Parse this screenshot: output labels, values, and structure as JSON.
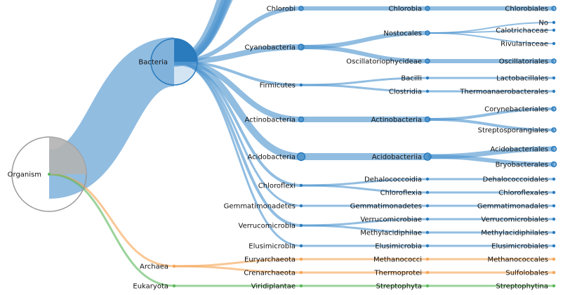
{
  "colors": {
    "bacteria": "#4e94ce",
    "bacteria_node": "#2a7bbd",
    "archaea": "#f5a455",
    "eukaryota": "#5cb85c",
    "root_ring": "#999999",
    "root_wedge": "#b3b3b3"
  },
  "tree": {
    "root": {
      "name": "Organism"
    },
    "kingdoms": [
      {
        "id": "bacteria",
        "name": "Bacteria",
        "group": "bacteria"
      },
      {
        "id": "archaea",
        "name": "Archaea",
        "group": "archaea"
      },
      {
        "id": "eukaryota",
        "name": "Eukaryota",
        "group": "eukaryota"
      }
    ],
    "phyla": [
      {
        "id": "chlorobi",
        "name": "Chlorobi",
        "parent": "bacteria"
      },
      {
        "id": "cyanobacteria",
        "name": "Cyanobacteria",
        "parent": "bacteria"
      },
      {
        "id": "firmicutes",
        "name": "Firmicutes",
        "parent": "bacteria"
      },
      {
        "id": "actinobacteria",
        "name": "Actinobacteria",
        "parent": "bacteria"
      },
      {
        "id": "acidobacteria",
        "name": "Acidobacteria",
        "parent": "bacteria"
      },
      {
        "id": "chloroflexi",
        "name": "Chloroflexi",
        "parent": "bacteria"
      },
      {
        "id": "gemmatimonadetes",
        "name": "Gemmatimonadetes",
        "parent": "bacteria"
      },
      {
        "id": "verrucomicrobia",
        "name": "Verrucomicrobia",
        "parent": "bacteria"
      },
      {
        "id": "elusimicrobia",
        "name": "Elusimicrobia",
        "parent": "bacteria"
      },
      {
        "id": "euryarchaeota",
        "name": "Euryarchaeota",
        "parent": "archaea"
      },
      {
        "id": "crenarchaeota",
        "name": "Crenarchaeota",
        "parent": "archaea"
      },
      {
        "id": "viridiplantae",
        "name": "Viridiplantae",
        "parent": "eukaryota"
      }
    ],
    "classes": [
      {
        "id": "chlorobia",
        "name": "Chlorobia",
        "parent": "chlorobi"
      },
      {
        "id": "nostocales",
        "name": "Nostocales",
        "parent": "cyanobacteria"
      },
      {
        "id": "oscillatoriophycideae",
        "name": "Oscillatoriophycideae",
        "parent": "cyanobacteria"
      },
      {
        "id": "bacilli",
        "name": "Bacilli",
        "parent": "firmicutes"
      },
      {
        "id": "clostridia",
        "name": "Clostridia",
        "parent": "firmicutes"
      },
      {
        "id": "actinobacteria_c",
        "name": "Actinobacteria",
        "parent": "actinobacteria"
      },
      {
        "id": "acidobacteriia",
        "name": "Acidobacteriia",
        "parent": "acidobacteria"
      },
      {
        "id": "dehalococcoidia",
        "name": "Dehalococcoidia",
        "parent": "chloroflexi"
      },
      {
        "id": "chloroflexia",
        "name": "Chloroflexia",
        "parent": "chloroflexi"
      },
      {
        "id": "gemmatimonadetes_c",
        "name": "Gemmatimonadetes",
        "parent": "gemmatimonadetes"
      },
      {
        "id": "verrucomicrobiae",
        "name": "Verrucomicrobiae",
        "parent": "verrucomicrobia"
      },
      {
        "id": "methylacidiphilae",
        "name": "Methylacidiphilae",
        "parent": "verrucomicrobia"
      },
      {
        "id": "elusimicrobia_c",
        "name": "Elusimicrobia",
        "parent": "elusimicrobia"
      },
      {
        "id": "methanococci",
        "name": "Methanococci",
        "parent": "euryarchaeota"
      },
      {
        "id": "thermoprotei",
        "name": "Thermoprotei",
        "parent": "crenarchaeota"
      },
      {
        "id": "streptophyta",
        "name": "Streptophyta",
        "parent": "viridiplantae"
      }
    ],
    "orders": [
      {
        "id": "chlorobiales",
        "name": "Chlorobiales",
        "parent": "chlorobia"
      },
      {
        "id": "nostocales_o",
        "name": "No",
        "parent": "nostocales"
      },
      {
        "id": "calotrichaceae",
        "name": "Calotrichaceae",
        "parent": "nostocales"
      },
      {
        "id": "rivulariaceae",
        "name": "Rivulariaceae",
        "parent": "nostocales"
      },
      {
        "id": "oscillatoriales",
        "name": "Oscillatoriales",
        "parent": "oscillatoriophycideae"
      },
      {
        "id": "lactobacillales",
        "name": "Lactobacillales",
        "parent": "bacilli"
      },
      {
        "id": "thermoanaerobacterales",
        "name": "Thermoanaerobacterales",
        "parent": "clostridia"
      },
      {
        "id": "corynebacteriales",
        "name": "Corynebacteriales",
        "parent": "actinobacteria_c"
      },
      {
        "id": "streptosporangiales",
        "name": "Streptosporangiales",
        "parent": "actinobacteria_c"
      },
      {
        "id": "acidobacteriales",
        "name": "Acidobacteriales",
        "parent": "acidobacteriia"
      },
      {
        "id": "bryobacterales",
        "name": "Bryobacterales",
        "parent": "acidobacteriia"
      },
      {
        "id": "dehalococcoidales",
        "name": "Dehalococcoidales",
        "parent": "dehalococcoidia"
      },
      {
        "id": "chloroflexales",
        "name": "Chloroflexales",
        "parent": "chloroflexia"
      },
      {
        "id": "gemmatimonadales",
        "name": "Gemmatimonadales",
        "parent": "gemmatimonadetes_c"
      },
      {
        "id": "verrucomicrobiales",
        "name": "Verrucomicrobiales",
        "parent": "verrucomicrobiae"
      },
      {
        "id": "methylacidiphilales",
        "name": "Methylacidiphilales",
        "parent": "methylacidiphilae"
      },
      {
        "id": "elusimicrobiales",
        "name": "Elusimicrobiales",
        "parent": "elusimicrobia_c"
      },
      {
        "id": "methanococcales",
        "name": "Methanococcales",
        "parent": "methanococci"
      },
      {
        "id": "sulfolobales",
        "name": "Sulfolobales",
        "parent": "thermoprotei"
      },
      {
        "id": "streptophytina",
        "name": "Streptophytina",
        "parent": "streptophyta"
      }
    ]
  }
}
